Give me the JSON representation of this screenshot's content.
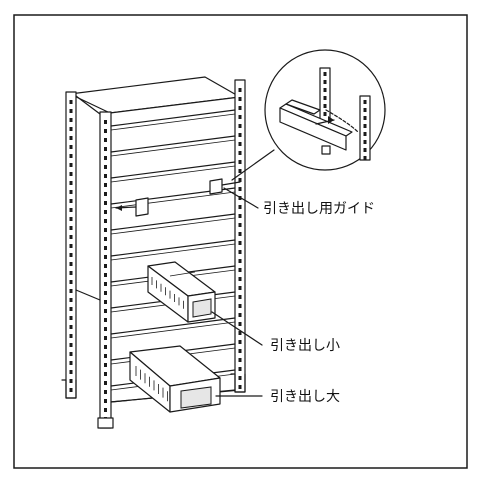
{
  "labels": {
    "drawer_guide": "引き出し用ガイド",
    "drawer_small": "引き出し小",
    "drawer_large": "引き出し大"
  },
  "colors": {
    "line": "#1a1a1a",
    "background": "#ffffff",
    "panel": "#f4f4f4"
  }
}
